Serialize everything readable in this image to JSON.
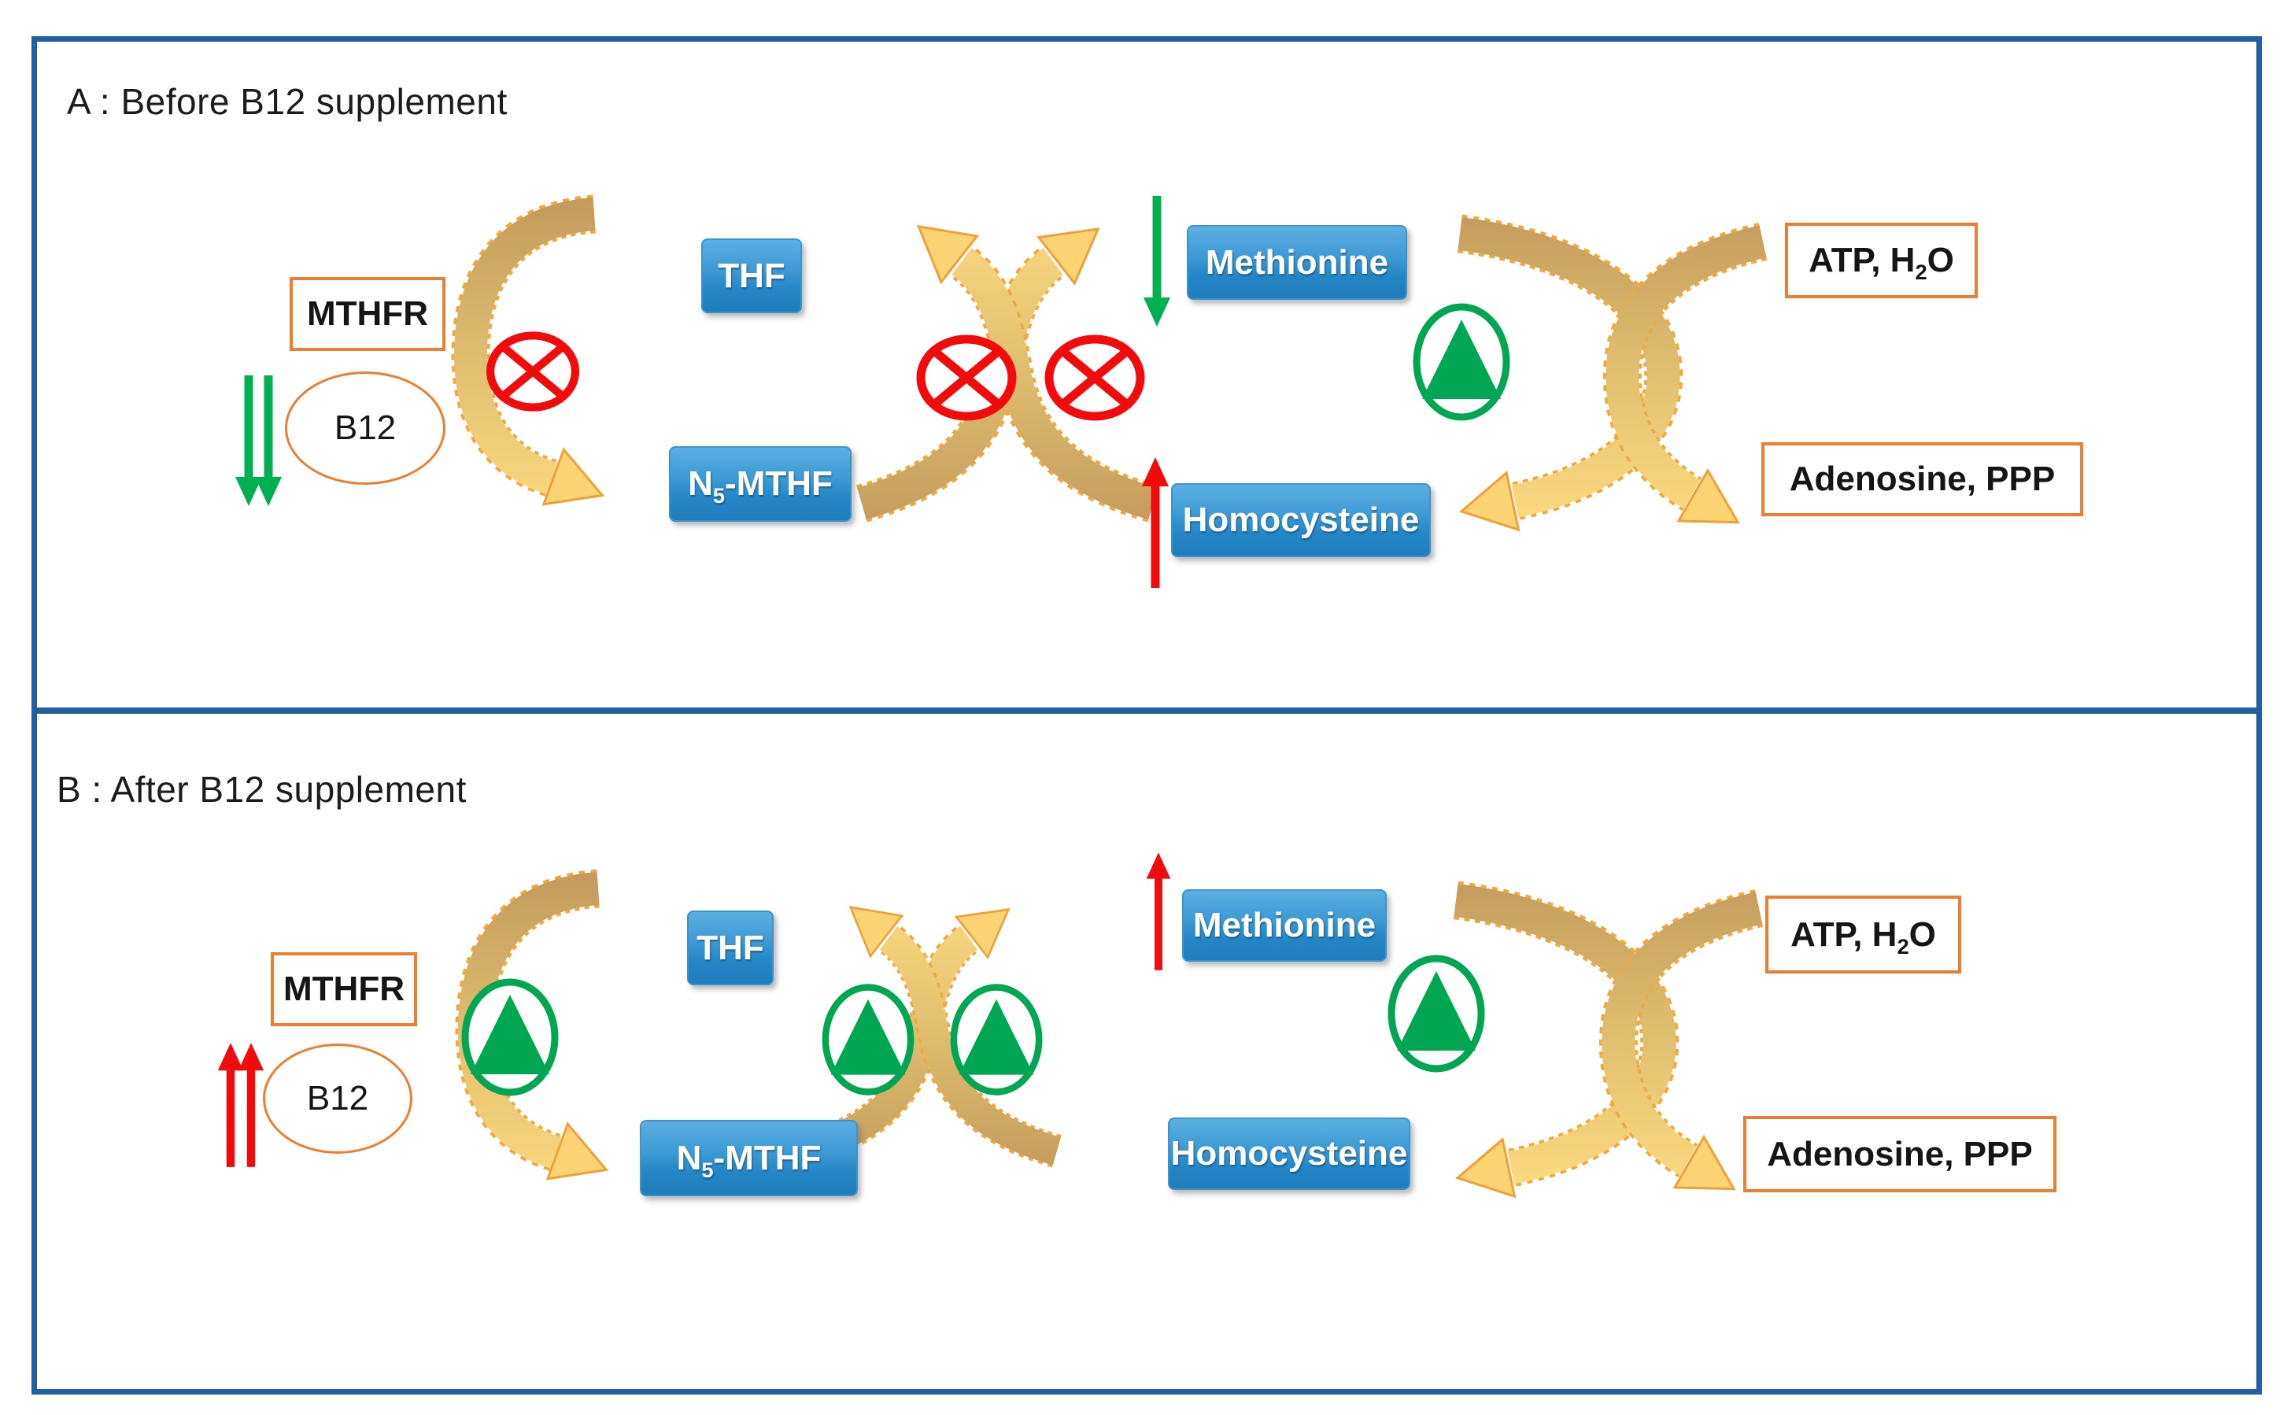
{
  "colors": {
    "frame_blue": "#1e5fa8",
    "node_blue_top": "#5cb0e1",
    "node_blue_bottom": "#1f7cbd",
    "outline_orange": "#ed7d31",
    "arrow_tan": "#c49a5d",
    "arrow_gold": "#fcd97e",
    "arrow_edge_orange": "#f3a83c",
    "blocked_red": "#f20b0b",
    "active_green": "#00a651",
    "decrease_arrow_green": "#00b050",
    "increase_arrow_red": "#f20b0b",
    "text_dark": "#1c1c1c",
    "text_light": "#ffffff"
  },
  "panels": [
    {
      "label": "A",
      "title": "A : Before B12 supplement",
      "nodes": {
        "mthfr": "MTHFR",
        "b12": "B12",
        "thf": "THF",
        "n5mthf": {
          "base": "N",
          "sub": "5",
          "rest": "-MTHF"
        },
        "methionine": "Methionine",
        "homocysteine": "Homocysteine",
        "atp": {
          "base": "ATP, H",
          "sub": "2",
          "rest": "O"
        },
        "adenosine": "Adenosine, PPP"
      },
      "indicators": {
        "b12_level": {
          "icon": "double-down-arrow-green",
          "meaning": "decreased"
        },
        "methionine_level": {
          "icon": "down-arrow-green",
          "meaning": "decreased"
        },
        "homocysteine_level": {
          "icon": "up-arrow-red",
          "meaning": "increased"
        }
      },
      "reactions": {
        "mthfr_reaction": {
          "icon": "blocked-icon",
          "status": "blocked"
        },
        "remethylation_left": {
          "icon": "blocked-icon",
          "status": "blocked"
        },
        "remethylation_right": {
          "icon": "blocked-icon",
          "status": "blocked"
        },
        "atp_hydrolysis": {
          "icon": "active-icon",
          "status": "active"
        }
      }
    },
    {
      "label": "B",
      "title": "B : After B12 supplement",
      "nodes": {
        "mthfr": "MTHFR",
        "b12": "B12",
        "thf": "THF",
        "n5mthf": {
          "base": "N",
          "sub": "5",
          "rest": "-MTHF"
        },
        "methionine": "Methionine",
        "homocysteine": "Homocysteine",
        "atp": {
          "base": "ATP, H",
          "sub": "2",
          "rest": "O"
        },
        "adenosine": "Adenosine, PPP"
      },
      "indicators": {
        "b12_level": {
          "icon": "double-up-arrow-red",
          "meaning": "increased"
        },
        "methionine_level": {
          "icon": "up-arrow-red",
          "meaning": "increased"
        }
      },
      "reactions": {
        "mthfr_reaction": {
          "icon": "active-icon",
          "status": "active"
        },
        "remethylation_left": {
          "icon": "active-icon",
          "status": "active"
        },
        "remethylation_right": {
          "icon": "active-icon",
          "status": "active"
        },
        "atp_hydrolysis": {
          "icon": "active-icon",
          "status": "active"
        }
      }
    }
  ]
}
